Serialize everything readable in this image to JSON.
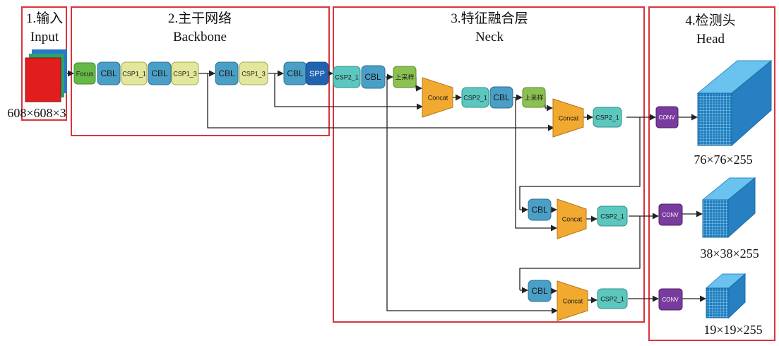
{
  "sections": {
    "input": {
      "title": "1.输入",
      "subtitle": "Input",
      "size": "608×608×3"
    },
    "backbone": {
      "title": "2.主干网络",
      "subtitle": "Backbone"
    },
    "neck": {
      "title": "3.特征融合层",
      "subtitle": "Neck"
    },
    "head": {
      "title": "4.检测头",
      "subtitle": "Head"
    }
  },
  "blocks": {
    "focus": "Focus",
    "cbl": "CBL",
    "csp1_1": "CSP1_1",
    "csp1_3": "CSP1_3",
    "spp": "SPP",
    "csp2_1": "CSP2_1",
    "upsample": "上采样",
    "concat": "Concat",
    "conv": "CONV"
  },
  "outputs": [
    "76×76×255",
    "38×38×255",
    "19×19×255"
  ],
  "colors": {
    "section_border": "#d9343c",
    "focus": "#66b947",
    "cbl": "#4a9fc6",
    "csp1": "#e2e79b",
    "spp": "#1f63b0",
    "csp2": "#5cc7bf",
    "upsample": "#8cc152",
    "concat": "#f2a92f",
    "conv": "#7a3b9e",
    "tensor": "#2a8fd0",
    "input_image": "#e21d1d"
  }
}
